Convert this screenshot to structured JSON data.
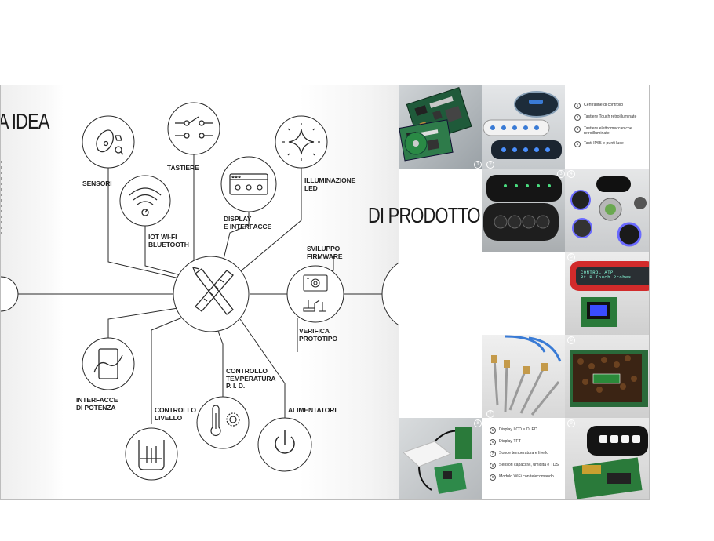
{
  "headings": {
    "idea": "A IDEA",
    "product": "DI PRODOTTO"
  },
  "diagram": {
    "sensori": "SENSORI",
    "tastiere": "TASTIERE",
    "iot": "IoT WI-FI\nBLUETOOTH",
    "display": "DISPLAY\nE INTERFACCE",
    "illuminazione": "ILLUMINAZIONE\nLED",
    "sviluppo": "SVILUPPO\nFIRMWARE",
    "verifica": "VERIFICA\nPROTOTIPO",
    "interfacce": "INTERFACCE\nDI POTENZA",
    "controllo_livello": "CONTROLLO\nLIVELLO",
    "controllo_temp": "CONTROLLO\nTEMPERATURA\nP. I. D.",
    "alimentatori": "ALIMENTATORI"
  },
  "legend_top": [
    {
      "n": "1",
      "text": "Centraline di controllo"
    },
    {
      "n": "2",
      "text": "Tastiere Touch retroilluminate"
    },
    {
      "n": "3",
      "text": "Tastiere elettromeccaniche retroilluminate"
    },
    {
      "n": "4",
      "text": "Tasti IP65 e punti luce"
    }
  ],
  "legend_bottom": [
    {
      "n": "5",
      "text": "Display LCD e OLED"
    },
    {
      "n": "6",
      "text": "Display TFT"
    },
    {
      "n": "7",
      "text": "Sonde temperatura e livello"
    },
    {
      "n": "8",
      "text": "Sensori capacitivi, umidità e TDS"
    },
    {
      "n": "9",
      "text": "Modulo WiFi con telecomando"
    }
  ],
  "photo_numbers": [
    "1",
    "2",
    "3",
    "4",
    "5",
    "6",
    "7",
    "8",
    "9"
  ],
  "display_text": {
    "line1": "CONTROL ATP",
    "line2": "Rt.B Touch Probes"
  },
  "colors": {
    "ink": "#1f1f1f",
    "line": "#2a2a2a",
    "page_bg": "#ffffff",
    "blue_key": "#3a7bd5",
    "red_frame": "#d22b2b"
  }
}
